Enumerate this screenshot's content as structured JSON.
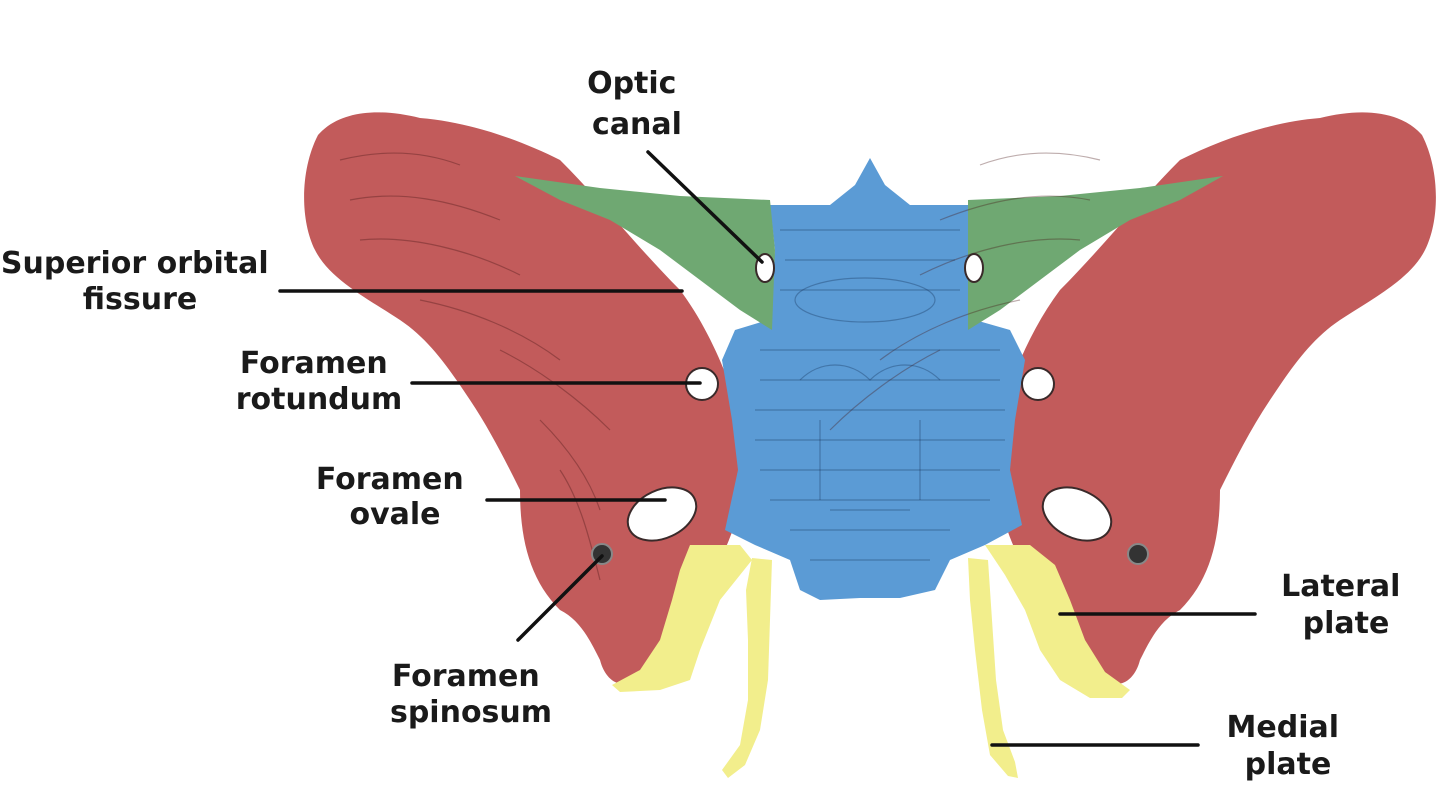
{
  "labels": {
    "optic_canal": [
      "Optic",
      "canal"
    ],
    "superior_orbital_fissure": [
      "Superior orbital",
      "fissure"
    ],
    "foramen_rotundum": [
      "Foramen",
      "rotundum"
    ],
    "foramen_ovale": [
      "Foramen",
      "ovale"
    ],
    "foramen_spinosum": [
      "Foramen",
      "spinosum"
    ],
    "lateral_plate": [
      "Lateral",
      "plate"
    ],
    "medial_plate": [
      "Medial",
      "plate"
    ]
  },
  "colors": {
    "greater_wing": "#c25b5b",
    "lesser_wing": "#6fa872",
    "body": "#5b9bd5",
    "pterygoid": "#f2ee8c",
    "background": "#ffffff",
    "text": "#1a1a1a"
  }
}
